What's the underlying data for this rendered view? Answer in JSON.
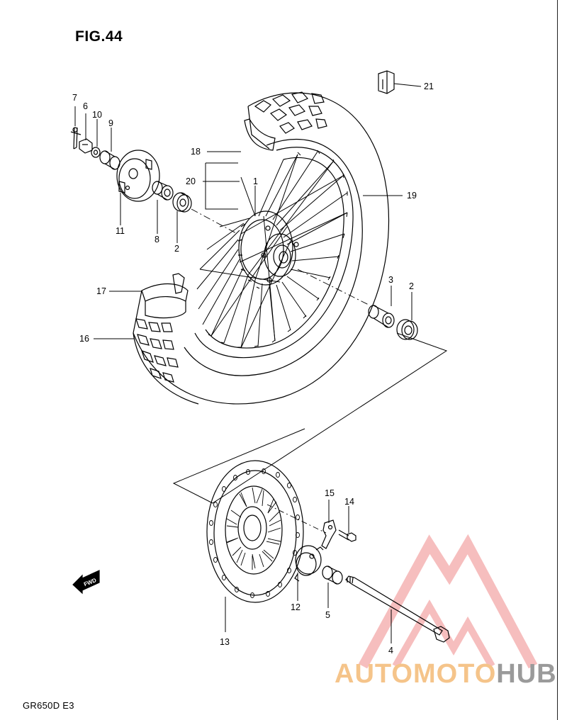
{
  "figure": {
    "title": "FIG.44",
    "model": "GR650D E3"
  },
  "callouts": {
    "p1": "1",
    "p2a": "2",
    "p2b": "2",
    "p3": "3",
    "p4": "4",
    "p5": "5",
    "p6": "6",
    "p7": "7",
    "p8": "8",
    "p9": "9",
    "p10": "10",
    "p11": "11",
    "p12": "12",
    "p13": "13",
    "p14": "14",
    "p15": "15",
    "p16": "16",
    "p17": "17",
    "p18": "18",
    "p19": "19",
    "p20": "20",
    "p21": "21"
  },
  "fwd_label": "FWD",
  "watermark": {
    "part1": "AUTOMOTO",
    "part2": "HUB",
    "color_accent": "#f5c48a",
    "color_triangle": "#f08a8a",
    "color_gray": "#9a9a9a"
  }
}
